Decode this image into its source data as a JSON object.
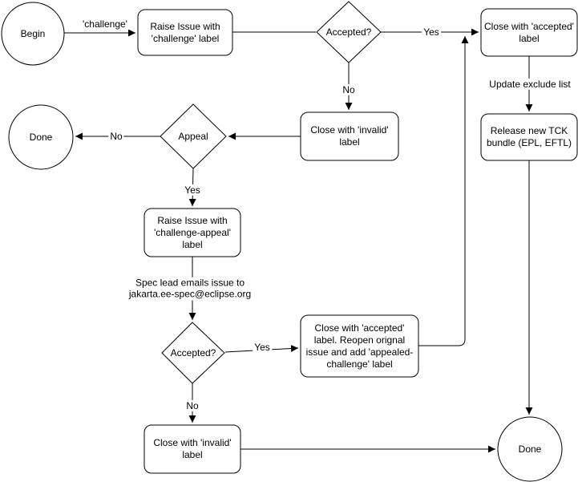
{
  "diagram": {
    "description": "TCK challenge process flowchart",
    "colors": {
      "background": "#ffffff",
      "stroke": "#000000",
      "node_fill": "#ffffff",
      "text": "#000000"
    },
    "nodes": {
      "begin": "Begin",
      "raise_challenge_issue": "Raise Issue with 'challenge' label",
      "accepted_1": "Accepted?",
      "close_accepted": "Close with 'accepted' label",
      "close_invalid_1": "Close with 'invalid' label",
      "appeal": "Appeal",
      "done_left": "Done",
      "raise_challenge_appeal_issue": "Raise Issue with 'challenge-appeal' label",
      "accepted_2": "Accepted?",
      "close_accepted_reopen": "Close with 'accepted' label. Reopen orignal issue and add 'appealed-challenge' label",
      "close_invalid_2": "Close with 'invalid' label",
      "release_tck": "Release new TCK bundle (EPL, EFTL)",
      "done_right": "Done"
    },
    "edge_labels": {
      "challenge": "'challenge'",
      "accepted_1_yes": "Yes",
      "accepted_1_no": "No",
      "appeal_no": "No",
      "appeal_yes": "Yes",
      "spec_lead_email": "Spec lead emails issue to jakarta.ee-spec@eclipse.org",
      "accepted_2_yes": "Yes",
      "accepted_2_no": "No",
      "update_exclude": "Update exclude list"
    }
  }
}
